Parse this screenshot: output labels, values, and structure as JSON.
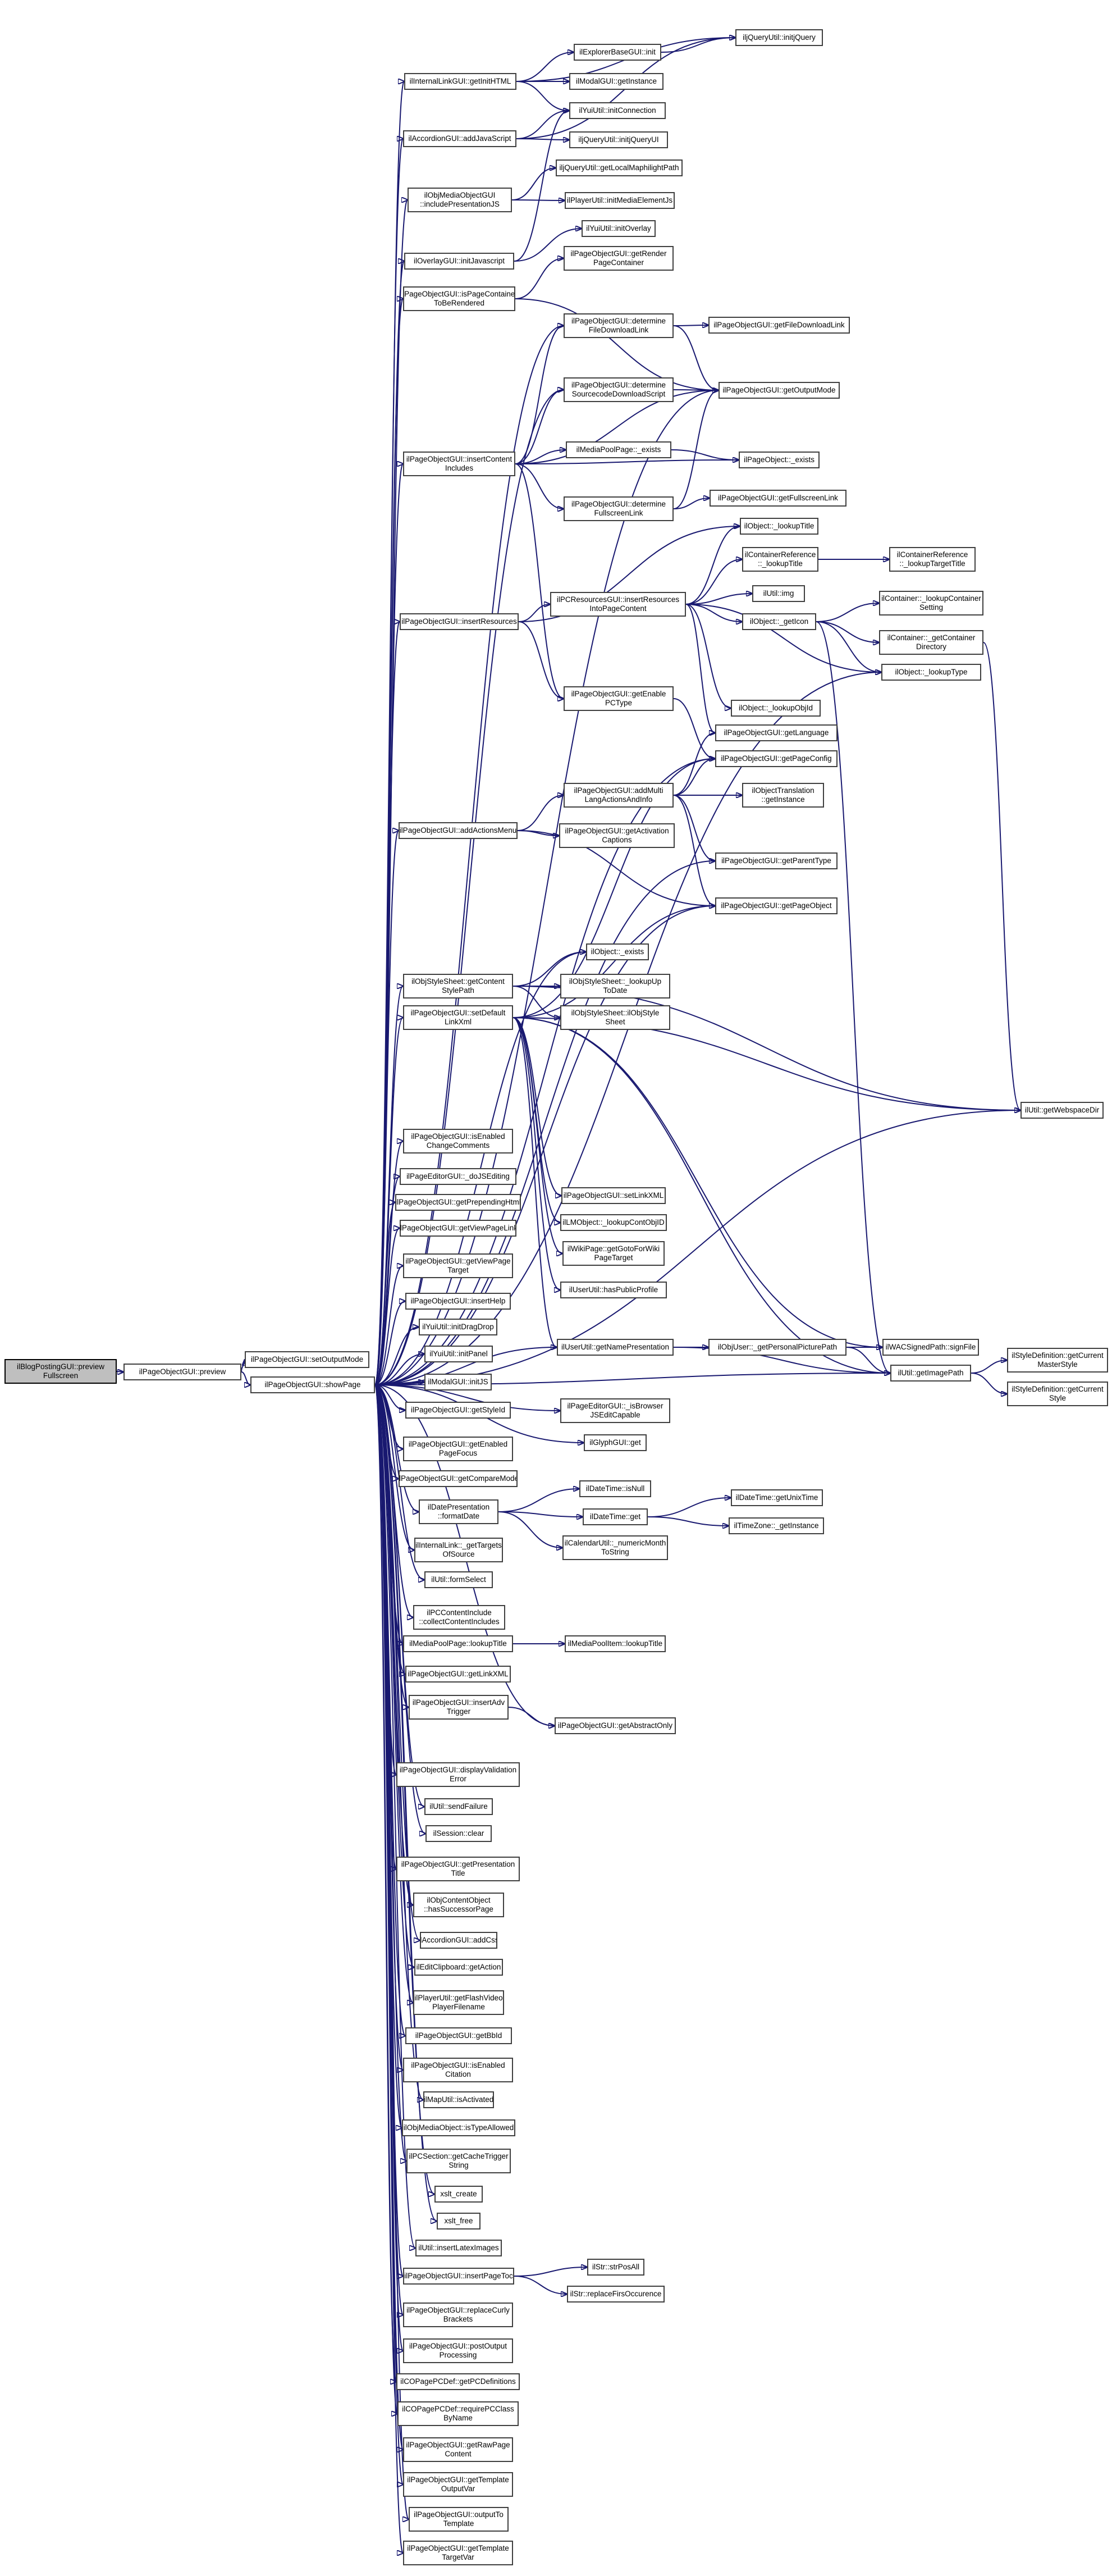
{
  "graph": {
    "colors": {
      "edge": "#191970",
      "node_border": "#404040",
      "root_fill": "#bfbfbf",
      "node_fill": "#ffffff"
    },
    "nodes": [
      {
        "id": "n000",
        "label": "ilBlogPostingGUI::preview\nFullscreen"
      },
      {
        "id": "n001",
        "label": "ilPageObjectGUI::preview"
      },
      {
        "id": "n002",
        "label": "ilPageObjectGUI::setOutputMode"
      },
      {
        "id": "n003",
        "label": "ilPageObjectGUI::showPage"
      },
      {
        "id": "n004",
        "label": "iljQueryUtil::initjQuery"
      },
      {
        "id": "n005",
        "label": "ilExplorerBaseGUI::init"
      },
      {
        "id": "n006",
        "label": "ilInternalLinkGUI::getInitHTML"
      },
      {
        "id": "n007",
        "label": "ilModalGUI::getInstance"
      },
      {
        "id": "n008",
        "label": "ilYuiUtil::initConnection"
      },
      {
        "id": "n009",
        "label": "ilAccordionGUI::addJavaScript"
      },
      {
        "id": "n010",
        "label": "iljQueryUtil::initjQueryUI"
      },
      {
        "id": "n011",
        "label": "iljQueryUtil::getLocalMaphilightPath"
      },
      {
        "id": "n012",
        "label": "ilObjMediaObjectGUI\n::includePresentationJS"
      },
      {
        "id": "n013",
        "label": "ilPlayerUtil::initMediaElementJs"
      },
      {
        "id": "n014",
        "label": "ilYuiUtil::initOverlay"
      },
      {
        "id": "n015",
        "label": "ilOverlayGUI::initJavascript"
      },
      {
        "id": "n016",
        "label": "ilPageObjectGUI::getRender\nPageContainer"
      },
      {
        "id": "n017",
        "label": "ilPageObjectGUI::isPageContainer\nToBeRendered"
      },
      {
        "id": "n018",
        "label": "ilPageObjectGUI::determine\nFileDownloadLink"
      },
      {
        "id": "n019",
        "label": "ilPageObjectGUI::getFileDownloadLink"
      },
      {
        "id": "n020",
        "label": "ilPageObjectGUI::determine\nSourcecodeDownloadScript"
      },
      {
        "id": "n021",
        "label": "ilPageObjectGUI::getOutputMode"
      },
      {
        "id": "n022",
        "label": "ilPageObjectGUI::insertContent\nIncludes"
      },
      {
        "id": "n023",
        "label": "ilMediaPoolPage::_exists"
      },
      {
        "id": "n024",
        "label": "ilPageObject::_exists"
      },
      {
        "id": "n025",
        "label": "ilPageObjectGUI::determine\nFullscreenLink"
      },
      {
        "id": "n026",
        "label": "ilPageObjectGUI::getFullscreenLink"
      },
      {
        "id": "n027",
        "label": "ilObject::_lookupTitle"
      },
      {
        "id": "n028",
        "label": "ilContainerReference\n::_lookupTitle"
      },
      {
        "id": "n029",
        "label": "ilContainerReference\n::_lookupTargetTitle"
      },
      {
        "id": "n030",
        "label": "ilPCResourcesGUI::insertResources\nIntoPageContent"
      },
      {
        "id": "n031",
        "label": "ilUtil::img"
      },
      {
        "id": "n032",
        "label": "ilPageObjectGUI::insertResources"
      },
      {
        "id": "n033",
        "label": "ilObject::_getIcon"
      },
      {
        "id": "n034",
        "label": "ilContainer::_lookupContainer\nSetting"
      },
      {
        "id": "n035",
        "label": "ilContainer::_getContainer\nDirectory"
      },
      {
        "id": "n036",
        "label": "ilObject::_lookupType"
      },
      {
        "id": "n037",
        "label": "ilPageObjectGUI::getEnable\nPCType"
      },
      {
        "id": "n038",
        "label": "ilObject::_lookupObjId"
      },
      {
        "id": "n039",
        "label": "ilPageObjectGUI::getLanguage"
      },
      {
        "id": "n040",
        "label": "ilPageObjectGUI::getPageConfig"
      },
      {
        "id": "n041",
        "label": "ilPageObjectGUI::addMulti\nLangActionsAndInfo"
      },
      {
        "id": "n042",
        "label": "ilObjectTranslation\n::getInstance"
      },
      {
        "id": "n043",
        "label": "ilPageObjectGUI::addActionsMenu"
      },
      {
        "id": "n044",
        "label": "ilPageObjectGUI::getActivation\nCaptions"
      },
      {
        "id": "n045",
        "label": "ilPageObjectGUI::getParentType"
      },
      {
        "id": "n046",
        "label": "ilPageObjectGUI::getPageObject"
      },
      {
        "id": "n047",
        "label": "ilObject::_exists"
      },
      {
        "id": "n048",
        "label": "ilObjStyleSheet::getContent\nStylePath"
      },
      {
        "id": "n049",
        "label": "ilObjStyleSheet::_lookupUp\nToDate"
      },
      {
        "id": "n050",
        "label": "ilPageObjectGUI::setDefault\nLinkXml"
      },
      {
        "id": "n051",
        "label": "ilObjStyleSheet::ilObjStyle\nSheet"
      },
      {
        "id": "n052",
        "label": "ilUtil::getWebspaceDir"
      },
      {
        "id": "n053",
        "label": "ilPageObjectGUI::isEnabled\nChangeComments"
      },
      {
        "id": "n054",
        "label": "ilPageEditorGUI::_doJSEditing"
      },
      {
        "id": "n055",
        "label": "ilPageObjectGUI::setLinkXML"
      },
      {
        "id": "n056",
        "label": "ilPageObjectGUI::getPrependingHtml"
      },
      {
        "id": "n057",
        "label": "ilLMObject::_lookupContObjID"
      },
      {
        "id": "n058",
        "label": "ilPageObjectGUI::getViewPageLink"
      },
      {
        "id": "n059",
        "label": "ilWikiPage::getGotoForWiki\nPageTarget"
      },
      {
        "id": "n060",
        "label": "ilPageObjectGUI::getViewPage\nTarget"
      },
      {
        "id": "n061",
        "label": "ilUserUtil::hasPublicProfile"
      },
      {
        "id": "n062",
        "label": "ilPageObjectGUI::insertHelp"
      },
      {
        "id": "n063",
        "label": "ilUserUtil::getNamePresentation"
      },
      {
        "id": "n064",
        "label": "ilObjUser::_getPersonalPicturePath"
      },
      {
        "id": "n065",
        "label": "ilWACSignedPath::signFile"
      },
      {
        "id": "n066",
        "label": "ilYuiUtil::initDragDrop"
      },
      {
        "id": "n067",
        "label": "ilUtil::getImagePath"
      },
      {
        "id": "n068",
        "label": "ilStyleDefinition::getCurrent\nMasterStyle"
      },
      {
        "id": "n069",
        "label": "ilYuiUtil::initPanel"
      },
      {
        "id": "n070",
        "label": "ilStyleDefinition::getCurrent\nStyle"
      },
      {
        "id": "n071",
        "label": "ilModalGUI::initJS"
      },
      {
        "id": "n072",
        "label": "ilPageEditorGUI::_isBrowser\nJSEditCapable"
      },
      {
        "id": "n073",
        "label": "ilPageObjectGUI::getStyleId"
      },
      {
        "id": "n074",
        "label": "ilGlyphGUI::get"
      },
      {
        "id": "n075",
        "label": "ilPageObjectGUI::getEnabled\nPageFocus"
      },
      {
        "id": "n076",
        "label": "ilPageObjectGUI::getCompareMode"
      },
      {
        "id": "n077",
        "label": "ilDateTime::isNull"
      },
      {
        "id": "n078",
        "label": "ilDatePresentation\n::formatDate"
      },
      {
        "id": "n079",
        "label": "ilDateTime::get"
      },
      {
        "id": "n080",
        "label": "ilDateTime::getUnixTime"
      },
      {
        "id": "n081",
        "label": "ilTimeZone::_getInstance"
      },
      {
        "id": "n082",
        "label": "ilInternalLink::_getTargets\nOfSource"
      },
      {
        "id": "n083",
        "label": "ilCalendarUtil::_numericMonth\nToString"
      },
      {
        "id": "n084",
        "label": "ilUtil::formSelect"
      },
      {
        "id": "n085",
        "label": "ilPCContentInclude\n::collectContentIncludes"
      },
      {
        "id": "n086",
        "label": "ilMediaPoolPage::lookupTitle"
      },
      {
        "id": "n087",
        "label": "ilMediaPoolItem::lookupTitle"
      },
      {
        "id": "n088",
        "label": "ilPageObjectGUI::getLinkXML"
      },
      {
        "id": "n089",
        "label": "ilPageObjectGUI::insertAdv\nTrigger"
      },
      {
        "id": "n090",
        "label": "ilPageObjectGUI::getAbstractOnly"
      },
      {
        "id": "n091",
        "label": "ilPageObjectGUI::displayValidation\nError"
      },
      {
        "id": "n092",
        "label": "ilUtil::sendFailure"
      },
      {
        "id": "n093",
        "label": "ilSession::clear"
      },
      {
        "id": "n094",
        "label": "ilPageObjectGUI::getPresentation\nTitle"
      },
      {
        "id": "n095",
        "label": "ilObjContentObject\n::hasSuccessorPage"
      },
      {
        "id": "n096",
        "label": "ilAccordionGUI::addCss"
      },
      {
        "id": "n097",
        "label": "ilEditClipboard::getAction"
      },
      {
        "id": "n098",
        "label": "ilPlayerUtil::getFlashVideo\nPlayerFilename"
      },
      {
        "id": "n099",
        "label": "ilPageObjectGUI::getBbId"
      },
      {
        "id": "n100",
        "label": "ilPageObjectGUI::isEnabled\nCitation"
      },
      {
        "id": "n101",
        "label": "ilMapUtil::isActivated"
      },
      {
        "id": "n102",
        "label": "ilObjMediaObject::isTypeAllowed"
      },
      {
        "id": "n103",
        "label": "ilPCSection::getCacheTrigger\nString"
      },
      {
        "id": "n104",
        "label": "xslt_create"
      },
      {
        "id": "n105",
        "label": "xslt_free"
      },
      {
        "id": "n106",
        "label": "ilUtil::insertLatexImages"
      },
      {
        "id": "n107",
        "label": "ilPageObjectGUI::insertPageToc"
      },
      {
        "id": "n108",
        "label": "ilStr::strPosAll"
      },
      {
        "id": "n109",
        "label": "ilStr::replaceFirsOccurence"
      },
      {
        "id": "n110",
        "label": "ilPageObjectGUI::replaceCurly\nBrackets"
      },
      {
        "id": "n111",
        "label": "ilPageObjectGUI::postOutput\nProcessing"
      },
      {
        "id": "n112",
        "label": "ilCOPagePCDef::getPCDefinitions"
      },
      {
        "id": "n113",
        "label": "ilCOPagePCDef::requirePCClass\nByName"
      },
      {
        "id": "n114",
        "label": "ilPageObjectGUI::getRawPage\nContent"
      },
      {
        "id": "n115",
        "label": "ilPageObjectGUI::getTemplate\nOutputVar"
      },
      {
        "id": "n116",
        "label": "ilPageObjectGUI::outputTo\nTemplate"
      },
      {
        "id": "n117",
        "label": "ilPageObjectGUI::getTemplate\nTargetVar"
      }
    ]
  }
}
